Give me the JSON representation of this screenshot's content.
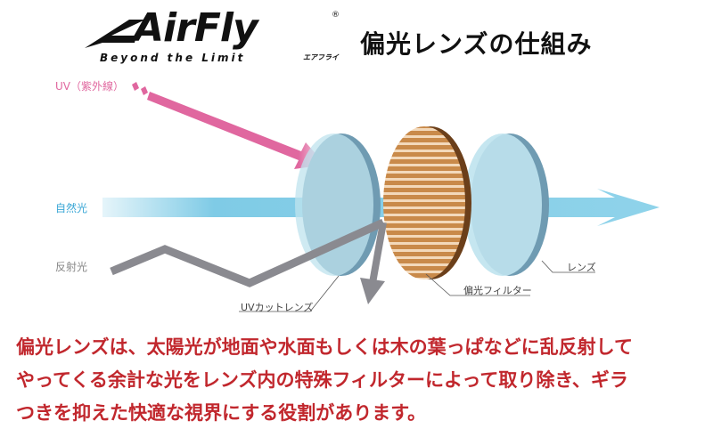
{
  "logo": {
    "brand": "AirFly",
    "registered": "®",
    "tagline": "Beyond the Limit",
    "kana": "エアフライ"
  },
  "title": "偏光レンズの仕組み",
  "labels": {
    "uv": "UV（紫外線）",
    "natural": "自然光",
    "reflected": "反射光",
    "uv_cut_lens": "UVカットレンズ",
    "polarizing_filter": "偏光フィルター",
    "lens": "レンズ"
  },
  "colors": {
    "uv": "#e0679f",
    "natural": "#7fcbe6",
    "reflected": "#8a8a90",
    "filter": "#c98a4a",
    "lens": "#bfe3ee",
    "text": "#c1272d"
  },
  "description": [
    "偏光レンズは、太陽光が地面や水面もしくは木の葉っぱなどに乱反射して",
    "やってくる余計な光をレンズ内の特殊フィルターによって取り除き、ギラ",
    "つきを抑えた快適な視界にする役割があります。"
  ]
}
